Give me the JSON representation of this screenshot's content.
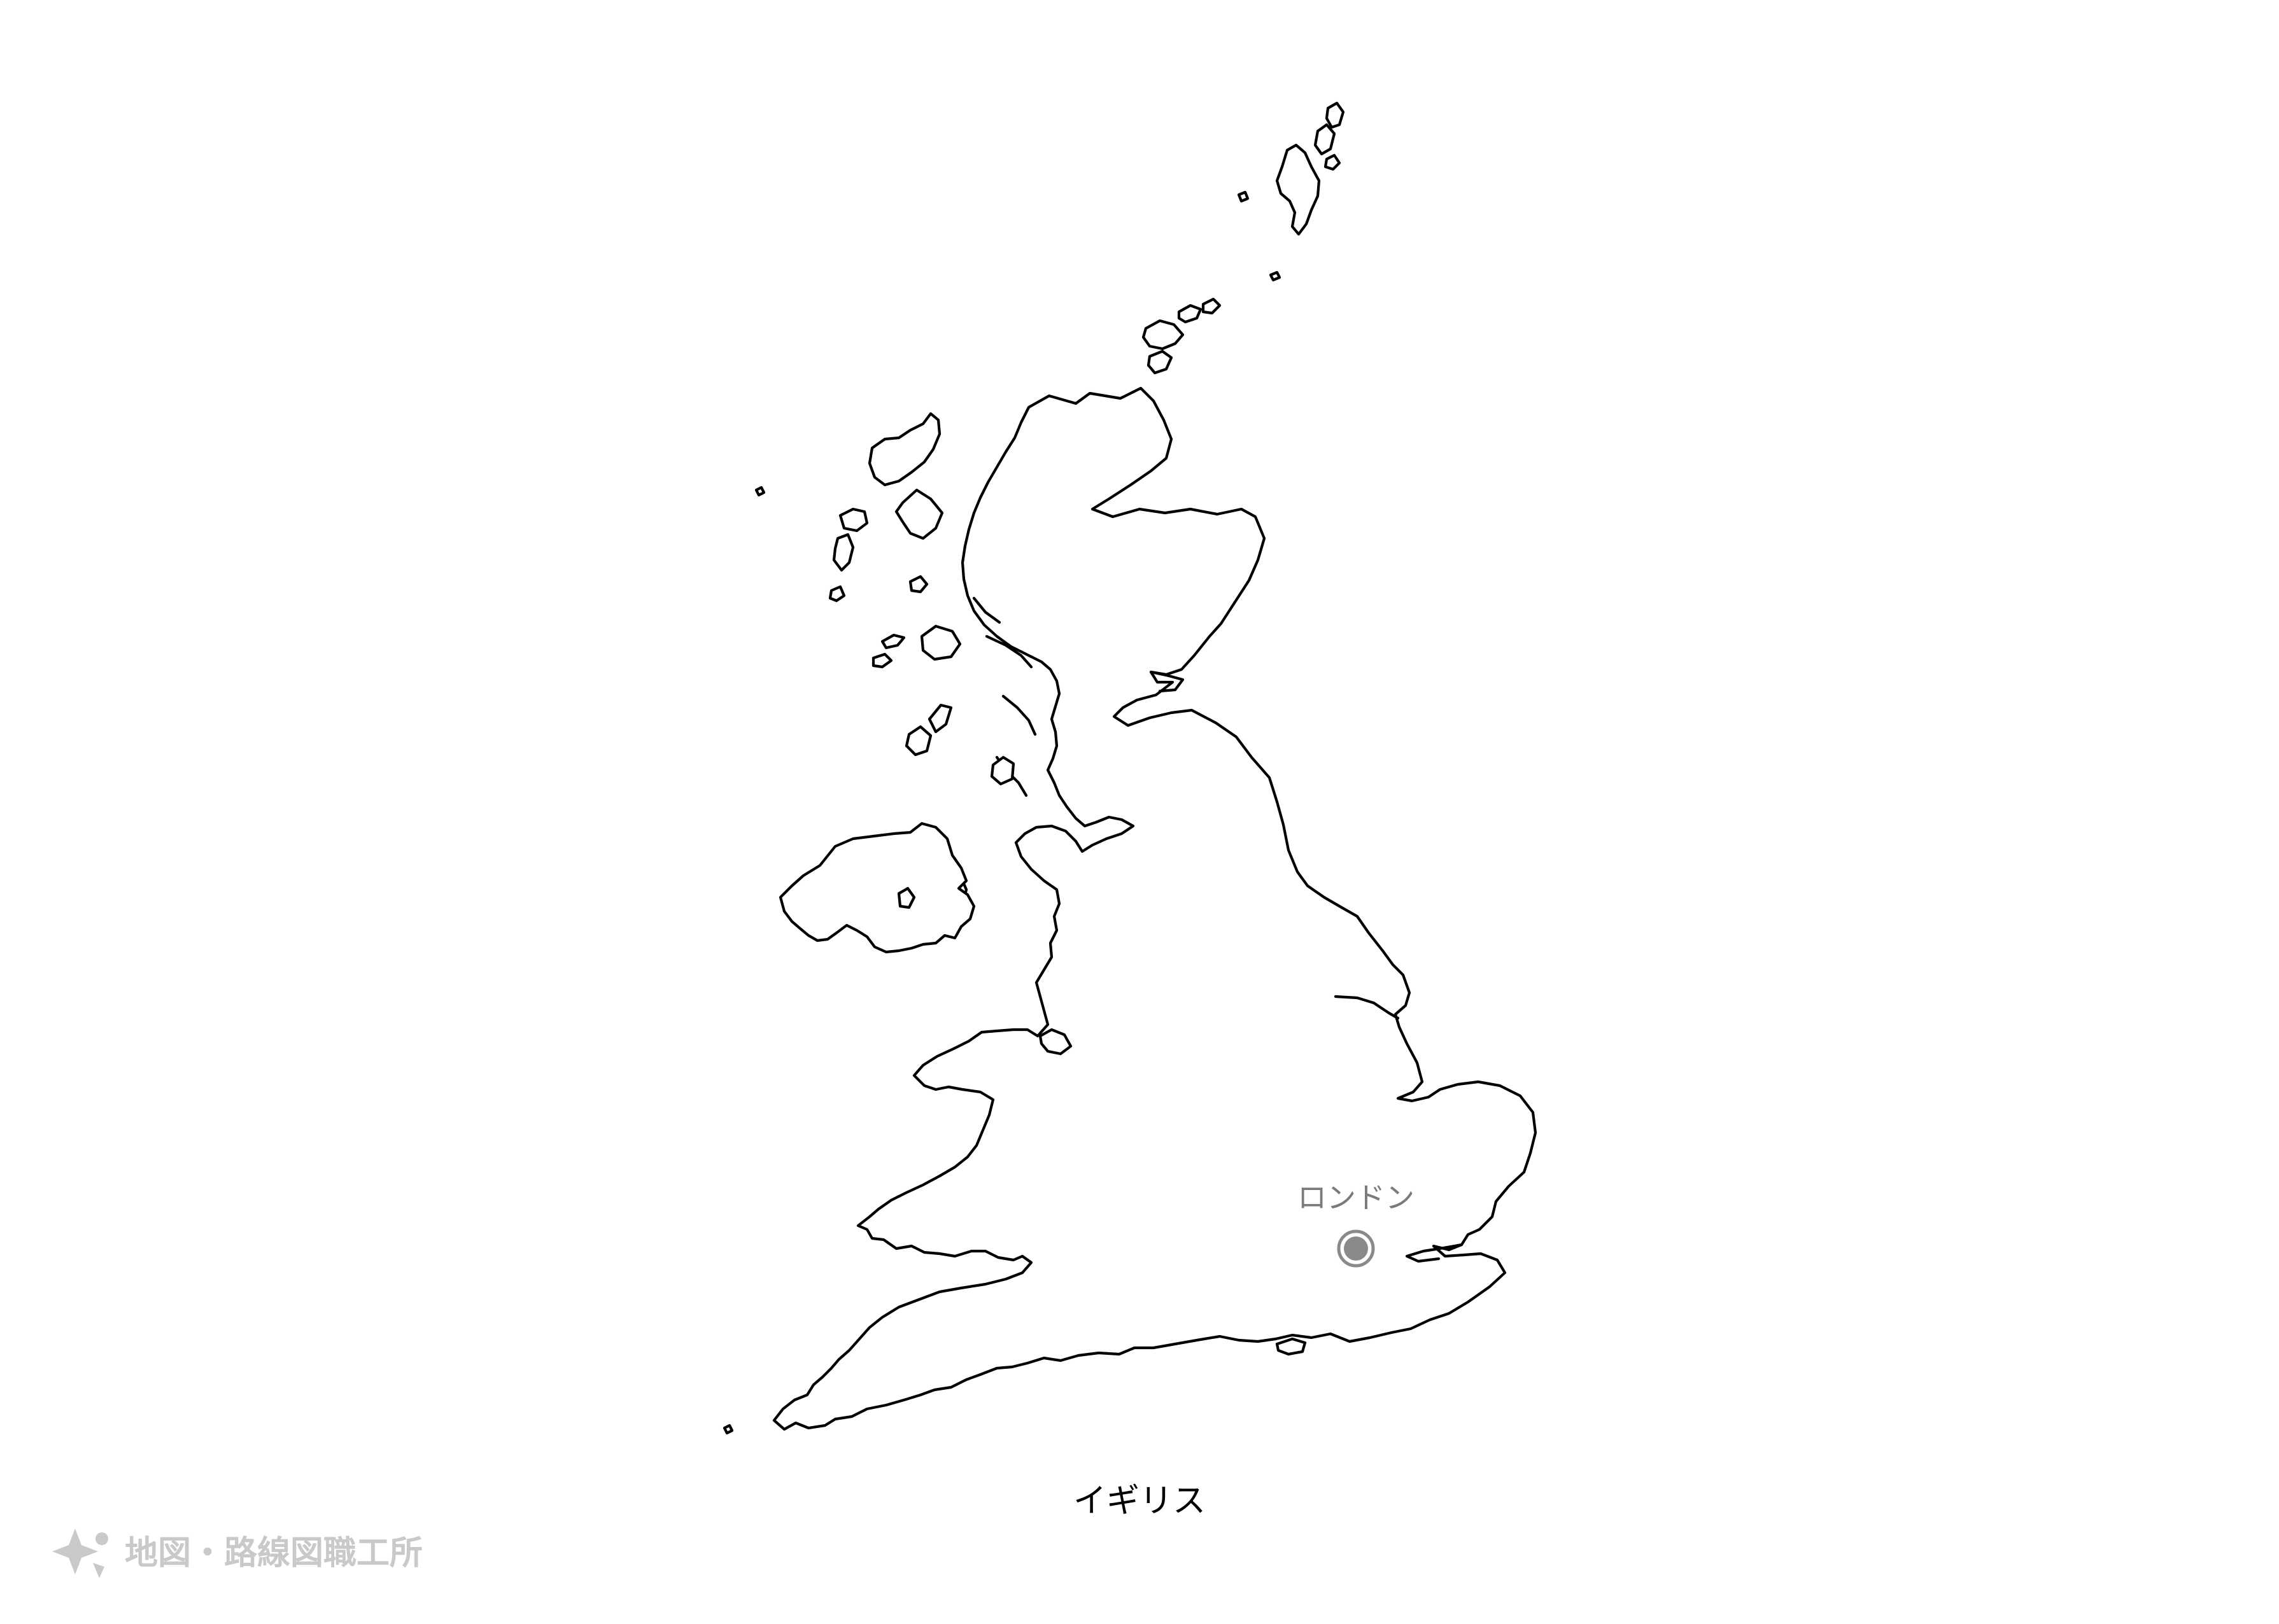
{
  "map": {
    "country_label": "イギリス",
    "capital": {
      "name": "ロンドン",
      "marker_color": "#8a8a8a"
    }
  },
  "watermark": {
    "text": "地図・路線図職工所",
    "color": "#c9c9c9",
    "icon": "sparkle-logo-icon"
  }
}
